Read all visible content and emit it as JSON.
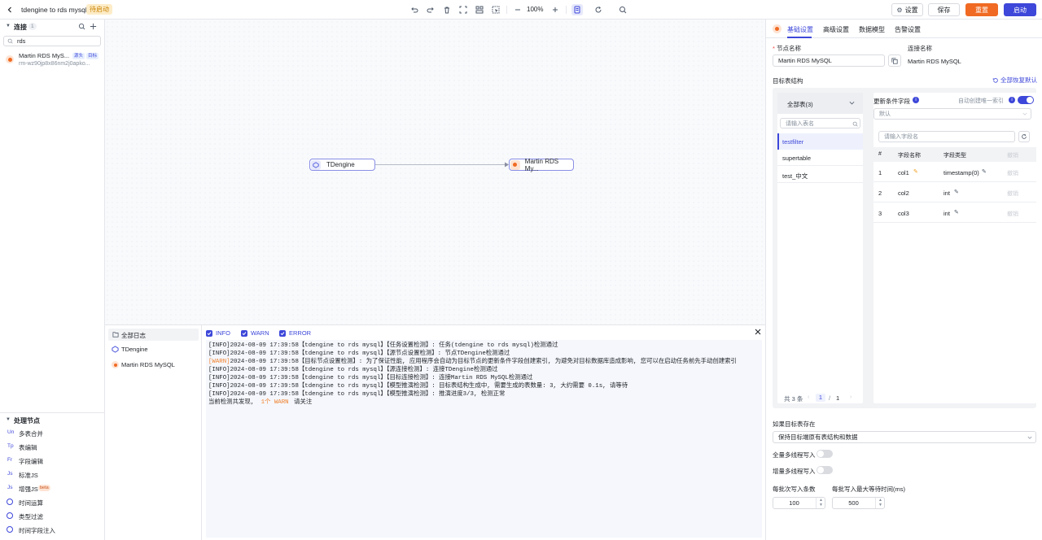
{
  "header": {
    "task_name": "tdengine to rds mysql",
    "status_badge": "待启动",
    "zoom": "100%",
    "settings_label": "设置",
    "save_label": "保存",
    "reset_label": "重置",
    "start_label": "启动"
  },
  "sidebar": {
    "connections_title": "连接",
    "connections_count": "1",
    "search_value": "rds",
    "connection": {
      "name": "Martin RDS MyS...",
      "tag_source": "源头",
      "tag_target": "目标",
      "host": "rm-wz90jp8x86nm2j0apko..."
    },
    "nodes_title": "处理节点",
    "nodes": [
      {
        "abbr": "Un",
        "label": "多表合并"
      },
      {
        "abbr": "Tp",
        "label": "表编辑"
      },
      {
        "abbr": "Fr",
        "label": "字段编辑"
      },
      {
        "abbr": "Js",
        "label": "标准JS"
      },
      {
        "abbr": "Js",
        "label": "增强JS",
        "badge": "beta"
      },
      {
        "abbr": "",
        "label": "时间运算"
      },
      {
        "abbr": "",
        "label": "类型过滤"
      },
      {
        "abbr": "",
        "label": "时间字段注入"
      }
    ]
  },
  "canvas": {
    "source_node": "TDengine",
    "target_node": "Martin RDS My..."
  },
  "logs": {
    "nav": [
      "全部日志",
      "TDengine",
      "Martin RDS MySQL"
    ],
    "filters": [
      "INFO",
      "WARN",
      "ERROR"
    ],
    "lines": [
      {
        "level": "[INFO]",
        "text": "2024-08-09 17:39:58【tdengine to rds mysql】【任务设置检测】: 任务(tdengine to rds mysql)检测通过"
      },
      {
        "level": "[INFO]",
        "text": "2024-08-09 17:39:58【tdengine to rds mysql】【源节点设置检测】: 节点TDengine检测通过"
      },
      {
        "level": "[WARN]",
        "text": "2024-08-09 17:39:58【目标节点设置检测】: 为了保证性能, 应用程序会自动为目标节点的更新条件字段创建索引, 为避免对目标数据库造成影响, 您可以在启动任务前先手动创建索引"
      },
      {
        "level": "[INFO]",
        "text": "2024-08-09 17:39:58【tdengine to rds mysql】【源连接检测】: 连接TDengine检测通过"
      },
      {
        "level": "[INFO]",
        "text": "2024-08-09 17:39:58【tdengine to rds mysql】【目标连接检测】: 连接Martin RDS MySQL检测通过"
      },
      {
        "level": "[INFO]",
        "text": "2024-08-09 17:39:58【tdengine to rds mysql】【模型推演检测】: 目标表结构生成中, 需要生成的表数量: 3, 大约需要 0.1s, 请等待"
      },
      {
        "level": "[INFO]",
        "text": "2024-08-09 17:39:58【tdengine to rds mysql】【模型推演检测】: 推演进度3/3, 检测正常"
      }
    ],
    "summary_prefix": "当前检测共发现,",
    "summary_count": "1个",
    "summary_level": "WARN",
    "summary_suffix": "请关注"
  },
  "panel": {
    "tabs": [
      "基础设置",
      "高级设置",
      "数据模型",
      "告警设置"
    ],
    "node_name_label": "节点名称",
    "node_name_value": "Martin RDS MySQL",
    "conn_name_label": "连接名称",
    "conn_name_value": "Martin RDS MySQL",
    "target_struct_label": "目标表结构",
    "restore_all": "全部恢复默认",
    "all_tables": "全部表(3)",
    "table_search_placeholder": "请输入表名",
    "tables": [
      "testfilter",
      "supertable",
      "test_中文"
    ],
    "total": "共 3 条",
    "page_current": "1",
    "page_total": "1",
    "update_field_label": "更新条件字段",
    "auto_index_label": "自动创建唯一索引",
    "default_placeholder": "默认",
    "field_search_placeholder": "请输入字段名",
    "columns": [
      "#",
      "字段名称",
      "字段类型",
      "撤销"
    ],
    "fields": [
      {
        "no": "1",
        "name": "col1",
        "type": "timestamp(0)",
        "undo": "撤销"
      },
      {
        "no": "2",
        "name": "col2",
        "type": "int",
        "undo": "撤销"
      },
      {
        "no": "3",
        "name": "col3",
        "type": "int",
        "undo": "撤销"
      }
    ],
    "exists_label": "如果目标表存在",
    "exists_value": "保持目标端原有表结构和数据",
    "full_multi_label": "全量多线程写入",
    "incr_multi_label": "增量多线程写入",
    "batch_label": "每批次写入条数",
    "batch_value": "100",
    "wait_label": "每批写入最大等待时间(ms)",
    "wait_value": "500"
  },
  "colors": {
    "accent": "#3d47d9",
    "orange": "#f06a23",
    "warn": "#f07f2a"
  }
}
